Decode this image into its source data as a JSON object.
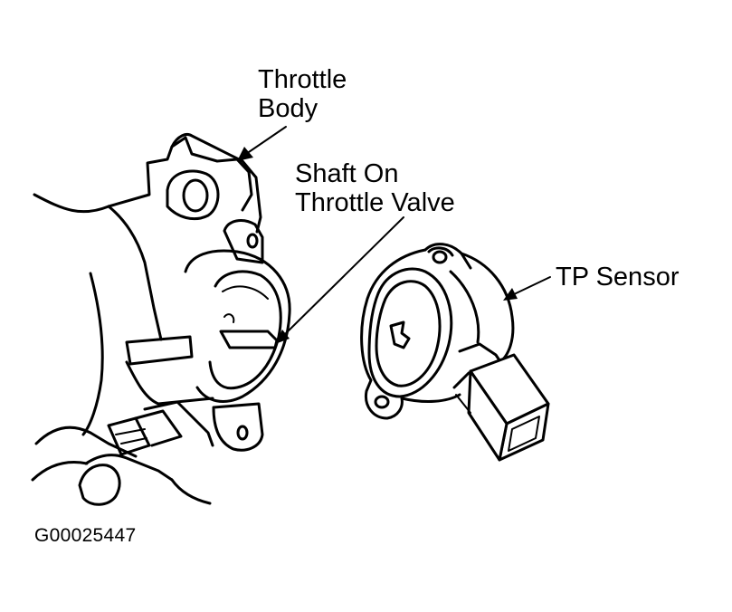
{
  "labels": {
    "throttle_body": [
      "Throttle",
      "Body"
    ],
    "shaft": [
      "Shaft On",
      "Throttle Valve"
    ],
    "tp_sensor": "TP Sensor"
  },
  "figure_id": "G00025447"
}
